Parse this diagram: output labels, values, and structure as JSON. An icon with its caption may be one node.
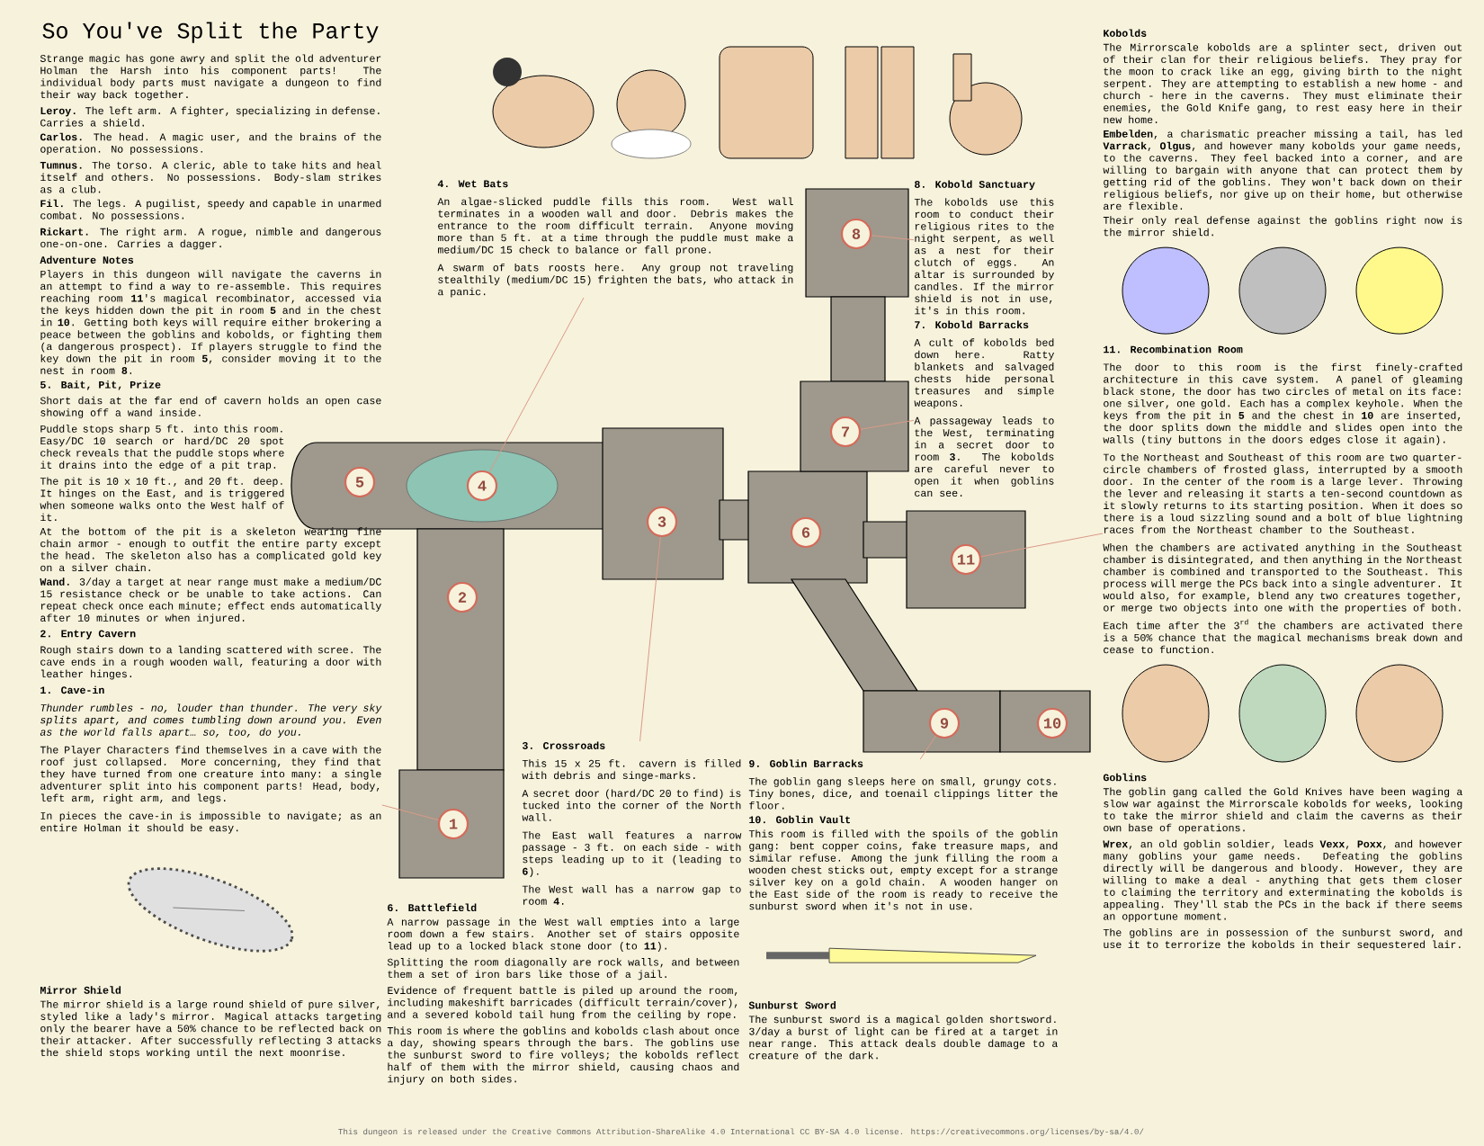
{
  "diagram": {
    "title": "So You've Split the Party",
    "nodes": [
      {
        "text": [
          "4. Wet Bats",
          "An algae-slicked puddle fills this room. West wall terminates in a wooden wall and door. Debris makes the entrance to the room difficult terrain. Anyone moving more than 5 ft. at a time through the puddle must make a medium/DC 15 check to balance or fall prone.",
          "A swarm of bats roosts here. Any group not traveling stealthily (medium/DC 15) frighten the bats, who attack in a panic."
        ]
      },
      {
        "text": [
          "8. Kobold Sanctuary",
          "The kobolds use this room to conduct their religious rites to the night serpent, as well as a nest for their clutch of eggs. An altar is surrounded by candles. If the mirror shield is not in use, it's in this room."
        ]
      },
      {
        "text": [
          "7. Kobold Barracks",
          "A cult of kobolds bed down here. Ratty blankets and salvaged chests hide personal treasures and simple weapons.",
          "A passageway leads to the West, terminating in a secret door to room **3**. The kobolds are careful never to open it when goblins can see."
        ]
      },
      {
        "text": [
          "1. Cave-in",
          "Thunder rumbles - no, louder than thunder. The very sky splits apart, and comes tumbling down around you. Even as the world falls apart… so, too, do you.",
          "The Player Characters find themselves in a cave with the roof just collapsed. More concerning, they find that they have turned from one creature into many: a single adventurer split into his component parts! Head, body, left arm, right arm, and legs.",
          "In pieces the cave-in is impossible to navigate; as an entire Holman it should be easy."
        ]
      },
      {
        "text": [
          "3. Crossroads",
          "This 15 x 25 ft. cavern is filled with debris and singe-marks.",
          "A secret door (hard/DC 20 to find) is tucked into the corner of the North wall.",
          "The East wall features a narrow passage - 3 ft. on each side - with steps leading up to it (leading to **6**).",
          "The West wall has a narrow gap to room **4**."
        ]
      },
      {
        "text": [
          "9. Goblin Barracks",
          "The goblin gang sleeps here on small, grungy cots. Tiny bones, dice, and toenail clippings litter the floor."
        ]
      },
      {
        "text": [
          "11. Recombination Room",
          "The door to this room is the first finely-crafted architecture in this cave system. A panel of gleaming black stone, the door has two circles of metal on its face: one silver, one gold. Each has a complex keyhole. When the keys from the pit in **5** and the chest in **10** are inserted, the door splits down the middle and slides open into the walls (tiny buttons in the doors edges close it again).",
          "To the Northeast and Southeast of this room are two quarter-circle chambers of frosted glass, interrupted by a smooth door. In the center of the room is a large lever. Throwing the lever and releasing it starts a ten-second countdown as it slowly returns to its starting position. When it does so there is a loud sizzling sound and a bolt of blue lightning races from the Northeast chamber to the Southeast.",
          "When the chambers are activated anything in the Southeast chamber is disintegrated, and then anything in the Northeast chamber is combined and transported to the Southeast. This process will merge the PCs back into a single adventurer. It would also, for example, blend any two creatures together, or merge two objects into one with the properties of both.",
          "Each time after the 3$^{rd}$ the chambers are activated there is a 50% chance that the magical mechanisms break down and cease to function."
        ]
      },
      {
        "text": [
          "8"
        ]
      },
      {
        "text": [
          "7"
        ]
      },
      {
        "text": [
          "5"
        ]
      },
      {
        "text": [
          "4"
        ]
      },
      {
        "text": [
          "3"
        ]
      },
      {
        "text": [
          "6"
        ]
      },
      {
        "text": [
          "11"
        ]
      },
      {
        "text": [
          "2"
        ]
      },
      {
        "text": [
          "9"
        ]
      },
      {
        "text": [
          "10"
        ]
      },
      {
        "text": [
          "1"
        ]
      }
    ],
    "edges": [
      {
        "from": 0,
        "to": 10,
        "arrow": "none"
      },
      {
        "from": 1,
        "to": 7,
        "arrow": "none"
      },
      {
        "from": 2,
        "to": 8,
        "arrow": "none"
      },
      {
        "from": 3,
        "to": 17,
        "arrow": "none"
      },
      {
        "from": 4,
        "to": 11,
        "arrow": "none"
      },
      {
        "from": 5,
        "to": 15,
        "arrow": "none"
      },
      {
        "from": 6,
        "to": 13,
        "arrow": "none"
      }
    ],
    "labels": [
      "Strange magic has gone awry and split the old adventurer Holman the Harsh into his component parts! The individual body parts must navigate a dungeon to find their way back together.",
      "**Leroy.** The left arm. A fighter, specializing in defense. Carries a shield.",
      "**Carlos.** The head. A magic user, and the brains of the operation. No possessions.",
      "**Tumnus.** The torso. A cleric, able to take hits and heal itself and others. No possessions. Body-slam strikes as a club.",
      "**Fil.** The legs. A pugilist, speedy and capable in unarmed combat. No possessions.",
      "**Rickart.** The right arm. A rogue, nimble and dangerous one-on-one. Carries a dagger.",
      "Adventure Notes",
      "Players in this dungeon will navigate the caverns in an attempt to find a way to re-assemble. This requires reaching room **11**'s magical recombinator, accessed via the keys hidden down the pit in room **5** and in the chest in **10**. Getting both keys will require either brokering a peace between the goblins and kobolds, or fighting them (a dangerous prospect). If players struggle to find the key down the pit in room **5**, consider moving it to the nest in room **8**.",
      "5. Bait, Pit, Prize",
      "Short dais at the far end of cavern holds an open case showing off a wand inside.",
      "Puddle stops sharp 5 ft. into this room. Easy/DC 10 search or hard/DC 20 spot check reveals that the puddle stops where it drains into the edge of a pit trap.",
      "The pit is 10 x 10 ft., and 20 ft. deep. It hinges on the East, and is triggered when someone walks onto the West half of it.",
      "At the bottom of the pit is a skeleton wearing fine chain armor - enough to outfit the entire party except the head. The skeleton also has a complicated gold key on a silver chain.",
      "**Wand.** 3/day a target at near range must make a medium/DC 15 resistance check or be unable to take actions. Can repeat check once each minute; effect ends automatically after 10 minutes or when injured.",
      "2. Entry Cavern",
      "Rough stairs down to a landing scattered with scree. The cave ends in a rough wooden wall, featuring a door with leather hinges.",
      "Mirror Shield",
      "The mirror shield is a large round shield of pure silver, styled like a lady's mirror. Magical attacks targeting only the bearer have a 50% chance to be reflected back on their attacker. After successfully reflecting 3 attacks the shield stops working until the next moonrise.",
      "6. Battlefield",
      "A narrow passage in the West wall empties into a large room down a few stairs. Another set of stairs opposite lead up to a locked black stone door (to **11**).",
      "Splitting the room diagonally are rock walls, and between them a set of iron bars like those of a jail.",
      "Evidence of frequent battle is piled up around the room, including makeshift barricades (difficult terrain/cover), and a severed kobold tail hung from the ceiling by rope.",
      "This room is where the goblins and kobolds clash about once a day, showing spears through the bars. The goblins use the sunburst sword to fire volleys; the kobolds reflect half of them with the mirror shield, causing chaos and injury on both sides.",
      "10. Goblin Vault",
      "This room is filled with the spoils of the goblin gang: bent copper coins, fake treasure maps, and similar refuse. Among the junk filling the room a wooden chest sticks out, empty except for a strange silver key on a gold chain. A wooden hanger on the East side of the room is ready to receive the sunburst sword when it's not in use.",
      "Sunburst Sword",
      "The sunburst sword is a magical golden shortsword. 3/day a burst of light can be fired at a target in near range. This attack deals double damage to a creature of the dark.",
      "Kobolds",
      "The Mirrorscale kobolds are a splinter sect, driven out of their clan for their religious beliefs. They pray for the moon to crack like an egg, giving birth to the night serpent. They are attempting to establish a new home - and church - here in the caverns. They must eliminate their enemies, the Gold Knife gang, to rest easy here in their new home.",
      "**Embelden**, a charismatic preacher missing a tail, has led **Varrack**, **Olgus**, and however many kobolds your game needs, to the caverns. They feel backed into a corner, and are willing to bargain with anyone that can protect them by getting rid of the goblins. They won't back down on their religious beliefs, nor give up on their home, but otherwise are flexible.",
      "Their only real defense against the goblins right now is the mirror shield.",
      "Goblins",
      "The goblin gang called the Gold Knives have been waging a slow war against the Mirrorscale kobolds for weeks, looking to take the mirror shield and claim the caverns as their own base of operations.",
      "**Wrex**, an old goblin soldier, leads **Vexx**, **Poxx**, and however many goblins your game needs. Defeating the goblins directly will be dangerous and bloody. However, they are willing to make a deal - anything that gets them closer to claiming the territory and exterminating the kobolds is appealing. They'll stab the PCs in the back if there seems an opportune moment.",
      "The goblins are in possession of the sunburst sword, and use it to terrorize the kobolds in their sequestered lair.",
      "This dungeon is released under the Creative Commons Attribution-ShareAlike 4.0 International CC BY-SA 4.0 license. https://creativecommons.org/licenses/by-sa/4.0/"
    ]
  }
}
